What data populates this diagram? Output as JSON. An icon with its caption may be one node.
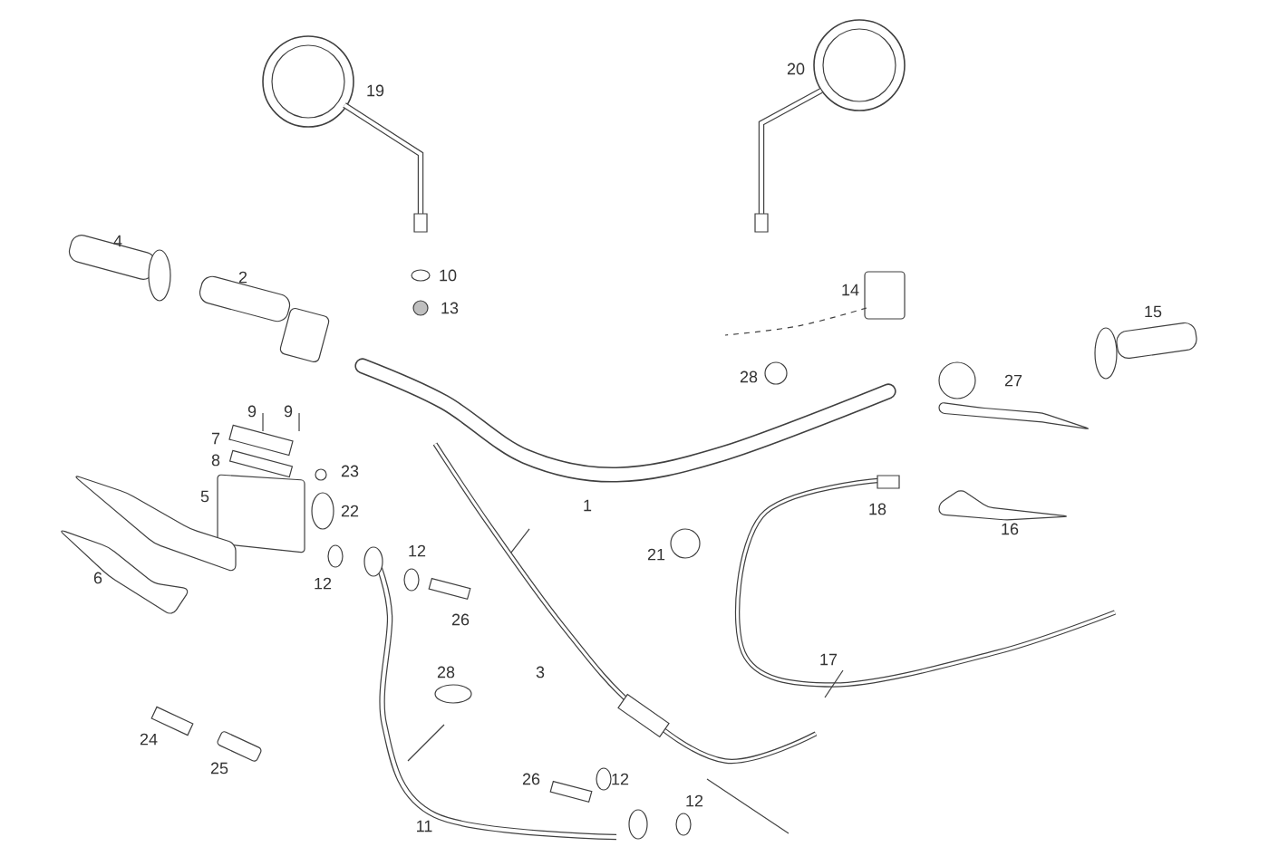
{
  "diagram": {
    "labels": [
      "20",
      "19",
      "4",
      "2",
      "10",
      "14",
      "13",
      "15",
      "28",
      "27",
      "9",
      "9",
      "7",
      "8",
      "23",
      "5",
      "22",
      "1",
      "18",
      "16",
      "12",
      "21",
      "6",
      "12",
      "26",
      "17",
      "28",
      "3",
      "24",
      "25",
      "26",
      "12",
      "12",
      "11"
    ]
  }
}
